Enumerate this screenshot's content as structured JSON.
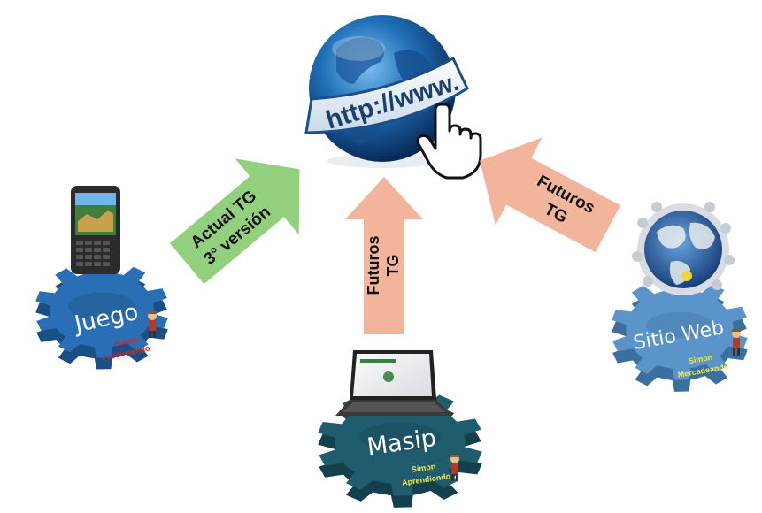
{
  "globe": {
    "url_text": "http://www."
  },
  "arrows": {
    "left": {
      "line1": "Actual TG",
      "line2": "3° versión",
      "color": "#92d27d"
    },
    "center": {
      "line1": "Futuros",
      "line2": "TG",
      "color": "#f2b49a"
    },
    "right": {
      "line1": "Futuros",
      "line2": "TG",
      "color": "#f2b49a"
    }
  },
  "gears": {
    "juego": {
      "title": "Juego",
      "sub1": "Simon",
      "sub2": "Produciendo",
      "icon": "phone-icon"
    },
    "masip": {
      "title": "Masip",
      "sub1": "Simon",
      "sub2": "Aprendiendo",
      "icon": "laptop-icon"
    },
    "web": {
      "title": "Sitio Web",
      "sub1": "Simon",
      "sub2": "Mercadeando",
      "icon": "puzzle-globe-icon"
    }
  },
  "colors": {
    "gear_blue": "#2a6fb5",
    "gear_dark": "#1f5d6e",
    "gear_light": "#5b94c9",
    "sub_red": "#e02020",
    "sub_yellow": "#f2e84b"
  }
}
